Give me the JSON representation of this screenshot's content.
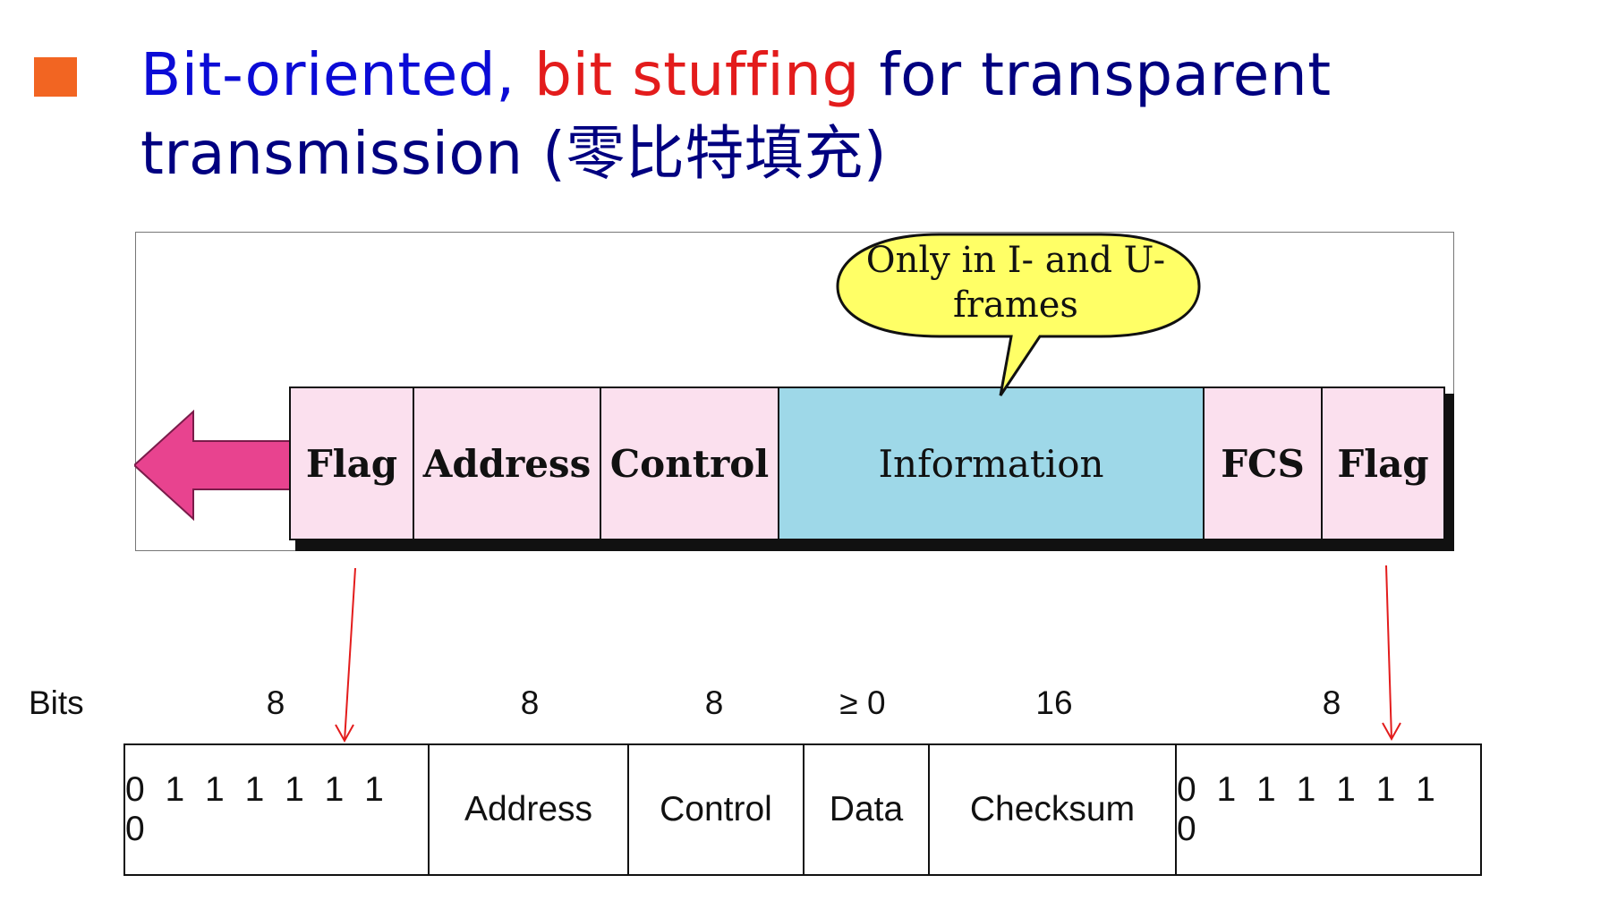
{
  "title": {
    "part1": "Bit-oriented, ",
    "part2": "bit stuffing",
    "part3": " for transparent",
    "line2": "transmission (零比特填充)"
  },
  "frame": {
    "fields": [
      {
        "label": "Flag"
      },
      {
        "label": "Address"
      },
      {
        "label": "Control"
      },
      {
        "label": "Information"
      },
      {
        "label": "FCS"
      },
      {
        "label": "Flag"
      }
    ],
    "callout": "Only in I- and U-frames",
    "colors": {
      "field": "#fbe0ee",
      "info": "#9ed8e8",
      "arrow": "#e8438f",
      "callout": "#ffff66"
    }
  },
  "bits": {
    "caption": "Bits",
    "sizes": [
      "8",
      "8",
      "8",
      "≥ 0",
      "16",
      "8"
    ]
  },
  "bottom_row": {
    "cells": [
      "0 1 1 1 1 1 1 0",
      "Address",
      "Control",
      "Data",
      "Checksum",
      "0 1 1 1 1 1 1 0"
    ]
  },
  "colors": {
    "title_blue": "#0b0bd6",
    "title_red": "#e31c1c",
    "bullet": "#f26522",
    "pointer": "#e31c1c"
  }
}
